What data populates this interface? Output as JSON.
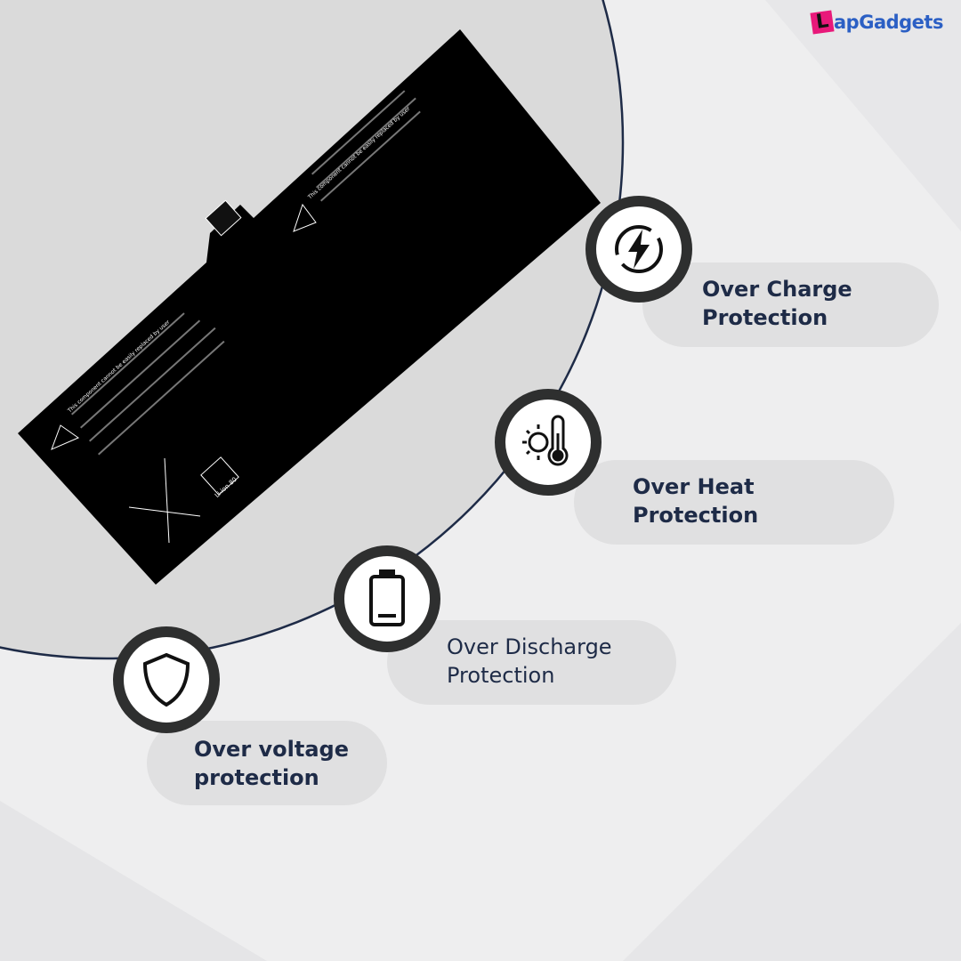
{
  "brand": {
    "logo_text": "LapGadgets",
    "logo_letter": "L",
    "logo_rest": "apGadgets"
  },
  "battery": {
    "label_warning": "This component cannot be easily replaced by user",
    "recycle_mark": "Li-ion 80"
  },
  "features": [
    {
      "label": "Over Charge\nProtection",
      "icon": "lightning-icon"
    },
    {
      "label": "Over Heat\nProtection",
      "icon": "thermometer-sun-icon"
    },
    {
      "label": "Over Discharge\nProtection",
      "icon": "battery-low-icon"
    },
    {
      "label": "Over voltage\nprotection",
      "icon": "shield-icon"
    }
  ],
  "colors": {
    "text": "#1e2b47",
    "arc": "#1e2b47",
    "ring": "#2e2f2f",
    "pill": "#e0e0e1"
  }
}
